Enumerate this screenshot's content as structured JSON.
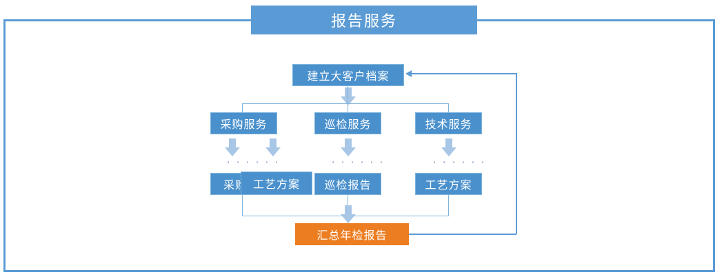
{
  "diagram": {
    "title": "报告服务",
    "type": "flowchart",
    "colors": {
      "frame": "#5b9bd5",
      "node_fill": "#4a90cc",
      "node_border": "#7eb4dd",
      "accent_fill": "#ed7d21",
      "connector": "#5b9bd5",
      "block_arrow": "#a8c6e5",
      "ellipsis": "#2f5f9e",
      "text": "#ffffff"
    },
    "nodes": {
      "root": {
        "label": "建立大客户档案"
      },
      "services": [
        {
          "label": "采购服务"
        },
        {
          "label": "巡检服务"
        },
        {
          "label": "技术服务"
        }
      ],
      "outputs": [
        {
          "label": "采购"
        },
        {
          "label": "工艺方案"
        },
        {
          "label": "巡检报告"
        },
        {
          "label": "工艺方案"
        }
      ],
      "summary": {
        "label": "汇总年检报告"
      }
    },
    "ellipsis_marks": [
      {
        "text": "· · · · · ·"
      },
      {
        "text": "· · · · · ·"
      },
      {
        "text": "· · · · · ·"
      }
    ],
    "edges": {
      "root_to_services": "fan-out",
      "services_to_outputs": "block-arrow-down",
      "outputs_to_summary": "fan-in",
      "summary_to_root": "feedback-loop-right-up-left"
    }
  }
}
